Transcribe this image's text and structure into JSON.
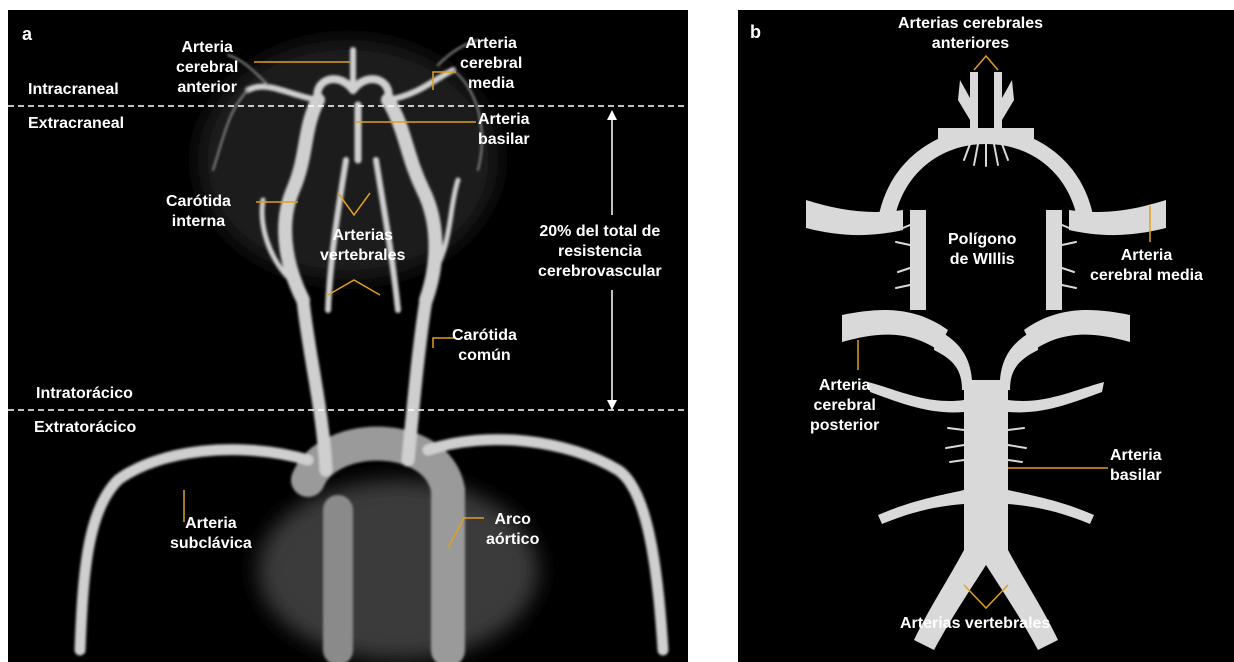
{
  "panel_a": {
    "letter": "a",
    "regions": {
      "intracranial": "Intracraneal",
      "extracranial": "Extracraneal",
      "intrathoracic": "Intratorácico",
      "extrathoracic": "Extratorácico"
    },
    "labels": {
      "anterior_cerebral": "Arteria\ncerebral\nanterior",
      "middle_cerebral": "Arteria\ncerebral\nmedia",
      "basilar": "Arteria\nbasilar",
      "internal_carotid": "Carótida\ninterna",
      "vertebral": "Arterias\nvertebrales",
      "resistance": "20% del total de\nresistencia\ncerebrovascular",
      "common_carotid": "Carótida\ncomún",
      "subclavian": "Arteria\nsubclávica",
      "aortic_arch": "Arco\naórtico"
    }
  },
  "panel_b": {
    "letter": "b",
    "labels": {
      "anterior_cerebral": "Arterias cerebrales\nanteriores",
      "circle": "Polígono\nde WIllis",
      "middle_cerebral": "Arteria\ncerebral media",
      "posterior_cerebral": "Arteria\ncerebral\nposterior",
      "basilar": "Arteria\nbasilar",
      "vertebral": "Arterias vertebrales"
    }
  },
  "colors": {
    "panel_bg": "#000000",
    "leader_line": "#e0a020",
    "vessel_gray": "#d9d9d9",
    "text": "#ffffff"
  }
}
